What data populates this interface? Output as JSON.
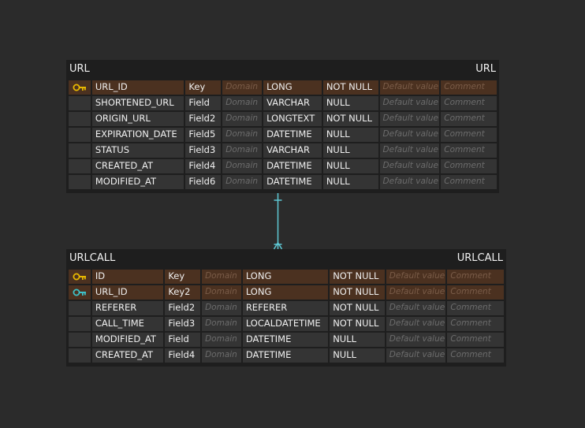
{
  "tables": [
    {
      "name": "URL",
      "physical_name": "URL",
      "columns": [
        {
          "key": "pk",
          "name": "URL_ID",
          "field": "Key",
          "domain": "Domain",
          "type": "LONG",
          "nullable": "NOT NULL",
          "default": "Default value",
          "comment": "Comment"
        },
        {
          "key": "",
          "name": "SHORTENED_URL",
          "field": "Field",
          "domain": "Domain",
          "type": "VARCHAR",
          "nullable": "NULL",
          "default": "Default value",
          "comment": "Comment"
        },
        {
          "key": "",
          "name": "ORIGIN_URL",
          "field": "Field2",
          "domain": "Domain",
          "type": "LONGTEXT",
          "nullable": "NOT NULL",
          "default": "Default value",
          "comment": "Comment"
        },
        {
          "key": "",
          "name": "EXPIRATION_DATE",
          "field": "Field5",
          "domain": "Domain",
          "type": "DATETIME",
          "nullable": "NULL",
          "default": "Default value",
          "comment": "Comment"
        },
        {
          "key": "",
          "name": "STATUS",
          "field": "Field3",
          "domain": "Domain",
          "type": "VARCHAR",
          "nullable": "NULL",
          "default": "Default value",
          "comment": "Comment"
        },
        {
          "key": "",
          "name": "CREATED_AT",
          "field": "Field4",
          "domain": "Domain",
          "type": "DATETIME",
          "nullable": "NULL",
          "default": "Default value",
          "comment": "Comment"
        },
        {
          "key": "",
          "name": "MODIFIED_AT",
          "field": "Field6",
          "domain": "Domain",
          "type": "DATETIME",
          "nullable": "NULL",
          "default": "Default value",
          "comment": "Comment"
        }
      ]
    },
    {
      "name": "URLCALL",
      "physical_name": "URLCALL",
      "columns": [
        {
          "key": "pk",
          "name": "ID",
          "field": "Key",
          "domain": "Domain",
          "type": "LONG",
          "nullable": "NOT NULL",
          "default": "Default value",
          "comment": "Comment"
        },
        {
          "key": "pfk",
          "name": "URL_ID",
          "field": "Key2",
          "domain": "Domain",
          "type": "LONG",
          "nullable": "NOT NULL",
          "default": "Default value",
          "comment": "Comment"
        },
        {
          "key": "",
          "name": "REFERER",
          "field": "Field2",
          "domain": "Domain",
          "type": "REFERER",
          "nullable": "NOT NULL",
          "default": "Default value",
          "comment": "Comment"
        },
        {
          "key": "",
          "name": "CALL_TIME",
          "field": "Field3",
          "domain": "Domain",
          "type": "LOCALDATETIME",
          "nullable": "NOT NULL",
          "default": "Default value",
          "comment": "Comment"
        },
        {
          "key": "",
          "name": "MODIFIED_AT",
          "field": "Field",
          "domain": "Domain",
          "type": "DATETIME",
          "nullable": "NULL",
          "default": "Default value",
          "comment": "Comment"
        },
        {
          "key": "",
          "name": "CREATED_AT",
          "field": "Field4",
          "domain": "Domain",
          "type": "DATETIME",
          "nullable": "NULL",
          "default": "Default value",
          "comment": "Comment"
        }
      ]
    }
  ],
  "relationship": {
    "from": "URL",
    "to": "URLCALL",
    "start": "one",
    "end": "many"
  },
  "colors": {
    "background": "#2b2b2b",
    "table": "#1e1e1e",
    "cell": "#343434",
    "pk_row": "#4b3120",
    "pk_icon": "#e8b800",
    "fk_icon": "#3dc1c8",
    "relation_line": "#5ec8d4"
  }
}
